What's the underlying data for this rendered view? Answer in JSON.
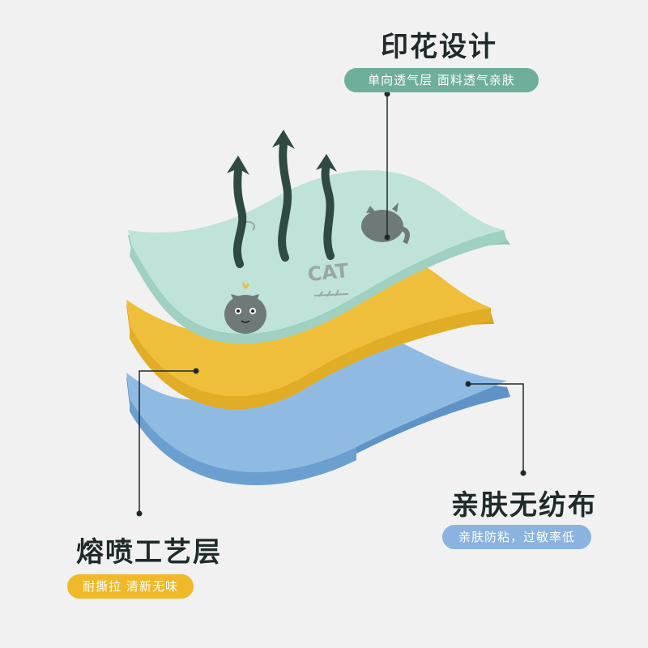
{
  "labels": {
    "top": {
      "title": "印花设计",
      "subtitle": "单向透气层 面料透气亲肤"
    },
    "middle": {
      "title": "熔喷工艺层",
      "subtitle": "耐撕拉 清新无味"
    },
    "bottom": {
      "title": "亲肤无纺布",
      "subtitle": "亲肤防粘，过敏率低"
    }
  },
  "illustration": {
    "print_text": "CAT"
  },
  "colors": {
    "background": "#f1f1f1",
    "top_layer": "#bfe3d8",
    "top_layer_edge": "#8fc6b7",
    "middle_layer": "#efbf3c",
    "middle_layer_edge": "#d9a21a",
    "bottom_layer": "#8fbbe3",
    "bottom_layer_edge": "#5f93c7",
    "arrow": "#2e4a43",
    "pill_green": "#6fae9c",
    "pill_yellow": "#f0b928",
    "pill_blue": "#8ab3e0"
  }
}
